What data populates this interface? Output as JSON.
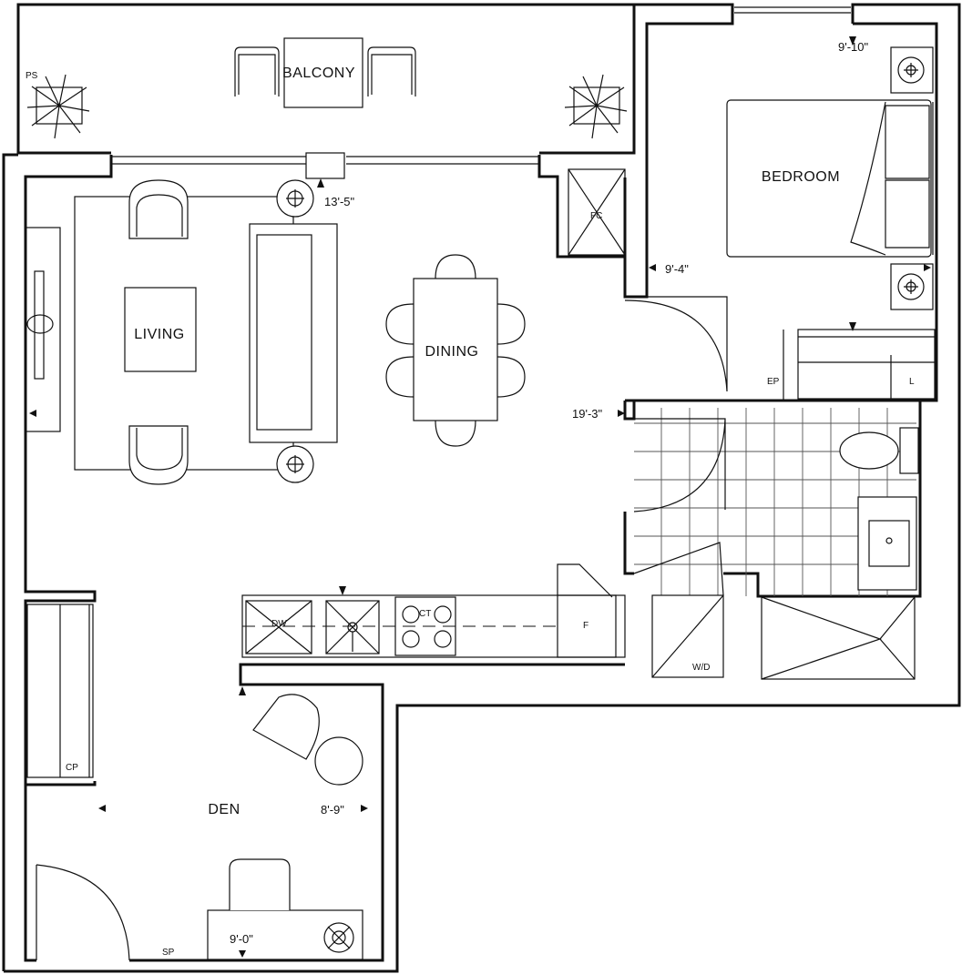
{
  "rooms": {
    "balcony": "BALCONY",
    "bedroom": "BEDROOM",
    "living": "LIVING",
    "dining": "DINING",
    "den": "DEN"
  },
  "dimensions": {
    "living_width": "13'-5\"",
    "bedroom_width": "9'-10\"",
    "bedroom_depth": "9'-4\"",
    "unit_length": "19'-3\"",
    "den_width": "8'-9\"",
    "den_depth": "9'-0\""
  },
  "fixtures": {
    "ps": "PS",
    "fc": "FC",
    "ep": "EP",
    "l": "L",
    "dw": "DW",
    "ct": "CT",
    "f": "F",
    "wd": "W/D",
    "cp": "CP",
    "sp": "SP"
  }
}
